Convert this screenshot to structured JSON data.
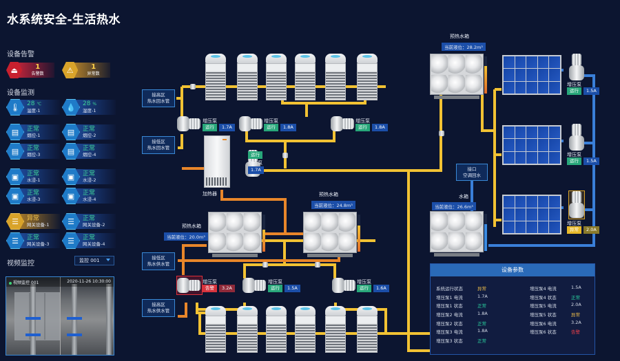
{
  "page_title": "水系统安全-生活热水",
  "alarm_section": {
    "title": "设备告警",
    "cards": [
      {
        "icon": "siren-icon",
        "value": "1",
        "label": "告警数"
      },
      {
        "icon": "warning-icon",
        "value": "1",
        "label": "异常数"
      }
    ]
  },
  "monitor_section": {
    "title": "设备监测",
    "cards": [
      {
        "icon": "thermometer-icon",
        "value": "28",
        "unit": "℃",
        "label": "温度-1"
      },
      {
        "icon": "humidity-icon",
        "value": "28",
        "unit": "%",
        "label": "湿度-1"
      },
      {
        "icon": "smoke-detector-icon",
        "value": "正常",
        "label": "烟控-1"
      },
      {
        "icon": "smoke-detector-icon",
        "value": "正常",
        "label": "烟控-2"
      },
      {
        "icon": "smoke-detector-icon",
        "value": "正常",
        "label": "烟控-3"
      },
      {
        "icon": "smoke-detector-icon",
        "value": "正常",
        "label": "烟控-4"
      },
      {
        "icon": "water-leak-icon",
        "value": "正常",
        "label": "水浸-1"
      },
      {
        "icon": "water-leak-icon",
        "value": "正常",
        "label": "水浸-2"
      },
      {
        "icon": "water-leak-icon",
        "value": "正常",
        "label": "水浸-3"
      },
      {
        "icon": "water-leak-icon",
        "value": "正常",
        "label": "水浸-4"
      },
      {
        "icon": "gateway-icon",
        "value": "异常",
        "label": "网关设备-1",
        "state": "warn"
      },
      {
        "icon": "gateway-icon",
        "value": "正常",
        "label": "网关设备-2"
      },
      {
        "icon": "gateway-icon",
        "value": "正常",
        "label": "网关设备-3"
      },
      {
        "icon": "gateway-icon",
        "value": "正常",
        "label": "网关设备-4"
      }
    ]
  },
  "video_section": {
    "title": "视频监控",
    "select_value": "监控 001",
    "feed_name": "视频监控 001",
    "timestamp": "2020-11-26 10:30:00"
  },
  "diagram": {
    "labels": {
      "high_return": [
        "接高区",
        "热水回水管"
      ],
      "low_return": [
        "接低区",
        "热水回水管"
      ],
      "low_supply": [
        "接低区",
        "热水供水管"
      ],
      "high_supply": [
        "接高区",
        "热水供水管"
      ],
      "ac_return": [
        "接口",
        "空调回水"
      ],
      "heater": "加热器"
    },
    "tanks": [
      {
        "name": "预热水箱",
        "level": "当前液位：28.2m³",
        "level_fraction": 0.75
      },
      {
        "name": "预热水箱",
        "level": "当前液位：24.8m³",
        "level_fraction": 0.7
      },
      {
        "name": "预热水箱",
        "level": "当前液位：20.0m³",
        "level_fraction": 0.6
      },
      {
        "name": "水箱",
        "level": "当前液位：26.6m³",
        "level_fraction": 0.72
      }
    ],
    "pumps": [
      {
        "name": "增压泵",
        "status": "运行",
        "current": "1.7A"
      },
      {
        "name": "增压泵",
        "status": "运行",
        "current": "1.8A"
      },
      {
        "name": "增压泵",
        "status": "运行",
        "current": "1.8A"
      },
      {
        "name": "增压泵",
        "status": "运行",
        "current": "1.7A"
      },
      {
        "name": "增压泵",
        "status": "告警",
        "current": "3.2A"
      },
      {
        "name": "增压泵",
        "status": "运行",
        "current": "1.5A"
      },
      {
        "name": "增压泵",
        "status": "运行",
        "current": "1.6A"
      },
      {
        "name": "增压泵",
        "status": "运行",
        "current": "1.5A"
      },
      {
        "name": "增压泵",
        "status": "运行",
        "current": "1.5A"
      },
      {
        "name": "增压泵",
        "status": "异常",
        "current": "2.0A"
      }
    ]
  },
  "params": {
    "title": "设备参数",
    "left": [
      {
        "k": "系统运行状态",
        "v": "异常",
        "c": "warnc"
      },
      {
        "k": "增压泵1 电流",
        "v": "1.7A"
      },
      {
        "k": "增压泵1 状态",
        "v": "正常",
        "c": "ok"
      },
      {
        "k": "增压泵2 电流",
        "v": "1.8A"
      },
      {
        "k": "增压泵2 状态",
        "v": "正常",
        "c": "ok"
      },
      {
        "k": "增压泵3 电流",
        "v": "1.8A"
      },
      {
        "k": "增压泵3 状态",
        "v": "正常",
        "c": "ok"
      }
    ],
    "right": [
      {
        "k": "增压泵4 电流",
        "v": "1.5A"
      },
      {
        "k": "增压泵4 状态",
        "v": "正常",
        "c": "ok"
      },
      {
        "k": "增压泵5 电流",
        "v": "2.0A"
      },
      {
        "k": "增压泵5 状态",
        "v": "异常",
        "c": "warnc"
      },
      {
        "k": "增压泵6 电流",
        "v": "3.2A"
      },
      {
        "k": "增压泵6 状态",
        "v": "告警",
        "c": "bad"
      }
    ]
  }
}
